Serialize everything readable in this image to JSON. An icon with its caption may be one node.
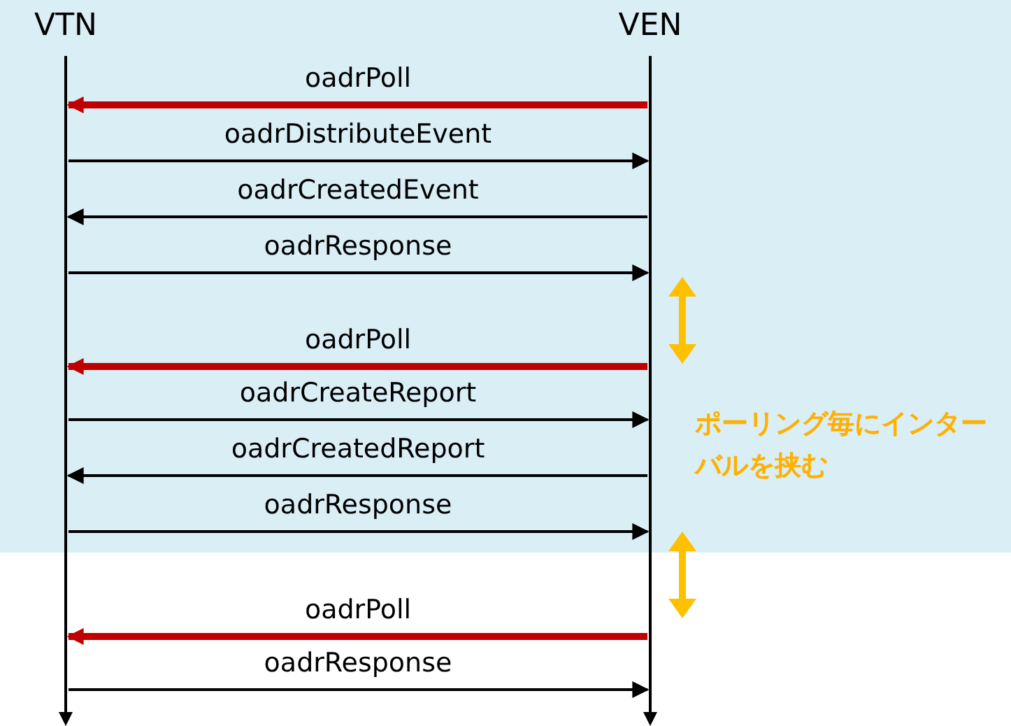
{
  "diagram": {
    "nodes": [
      {
        "text": [
          "VTN"
        ]
      },
      {
        "text": [
          "VEN"
        ]
      }
    ],
    "edges": [
      {
        "from": 1,
        "to": 0,
        "arrow": "to",
        "label": "oadrPoll",
        "style": "thick",
        "color": "#c00000"
      },
      {
        "from": 0,
        "to": 1,
        "arrow": "to",
        "label": "oadrDistributeEvent"
      },
      {
        "from": 1,
        "to": 0,
        "arrow": "to",
        "label": "oadrCreatedEvent"
      },
      {
        "from": 0,
        "to": 1,
        "arrow": "to",
        "label": "oadrResponse"
      },
      {
        "from": 1,
        "to": 0,
        "arrow": "to",
        "label": "oadrPoll",
        "style": "thick",
        "color": "#c00000"
      },
      {
        "from": 0,
        "to": 1,
        "arrow": "to",
        "label": "oadrCreateReport"
      },
      {
        "from": 1,
        "to": 0,
        "arrow": "to",
        "label": "oadrCreatedReport"
      },
      {
        "from": 0,
        "to": 1,
        "arrow": "to",
        "label": "oadrResponse"
      },
      {
        "from": 1,
        "to": 0,
        "arrow": "to",
        "label": "oadrPoll",
        "style": "thick",
        "color": "#c00000"
      },
      {
        "from": 0,
        "to": 1,
        "arrow": "to",
        "label": "oadrResponse"
      }
    ],
    "labels": [
      "ポーリング毎にインターバルを挟む"
    ]
  }
}
